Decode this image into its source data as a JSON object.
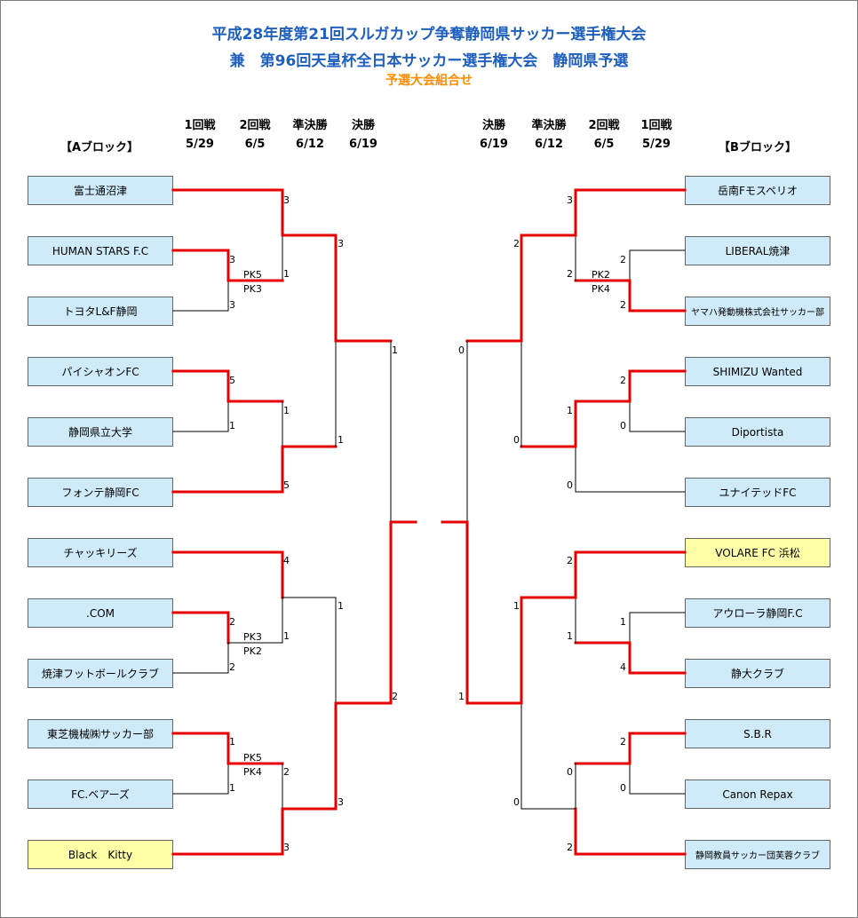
{
  "header": {
    "title1": "平成28年度第21回スルガカップ争奪静岡県サッカー選手権大会",
    "title2": "兼　第96回天皇杯全日本サッカー選手権大会　静岡県予選",
    "subtitle": "予選大会組合せ"
  },
  "rounds_left": [
    {
      "name": "1回戦",
      "date": "5/29"
    },
    {
      "name": "2回戦",
      "date": "6/5"
    },
    {
      "name": "準決勝",
      "date": "6/12"
    },
    {
      "name": "決勝",
      "date": "6/19"
    }
  ],
  "rounds_right": [
    {
      "name": "決勝",
      "date": "6/19"
    },
    {
      "name": "準決勝",
      "date": "6/12"
    },
    {
      "name": "2回戦",
      "date": "6/5"
    },
    {
      "name": "1回戦",
      "date": "5/29"
    }
  ],
  "block_a": "【Aブロック】",
  "block_b": "【Bブロック】",
  "teams_a": [
    "富士通沼津",
    "HUMAN STARS F.C",
    "トヨタL&F静岡",
    "パイシャオンFC",
    "静岡県立大学",
    "フォンテ静岡FC",
    "チャッキリーズ",
    ".COM",
    "焼津フットボールクラブ",
    "東芝機械㈱サッカー部",
    "FC.ベアーズ",
    "Black　Kitty"
  ],
  "teams_b": [
    "岳南Fモスペリオ",
    "LIBERAL焼津",
    "ヤマハ発動機株式会社サッカー部",
    "SHIMIZU Wanted",
    "Diportista",
    "ユナイテッドFC",
    "VOLARE FC 浜松",
    "アウローラ静岡F.C",
    "静大クラブ",
    "S.B.R",
    "Canon Repax",
    "静岡教員サッカー団芙蓉クラブ"
  ],
  "highlighted_teams": [
    "Black　Kitty",
    "VOLARE FC 浜松"
  ],
  "scores": {
    "a_r1_m1": [
      "3",
      "3"
    ],
    "a_r1_m1_pk": [
      "PK5",
      "PK3"
    ],
    "a_r1_m2": [
      "5",
      "1"
    ],
    "a_r1_m3": [
      "2",
      "2"
    ],
    "a_r1_m3_pk": [
      "PK3",
      "PK2"
    ],
    "a_r1_m4": [
      "1",
      "1"
    ],
    "a_r1_m4_pk": [
      "PK5",
      "PK4"
    ],
    "a_r2_m1": [
      "3",
      "1"
    ],
    "a_r2_m2": [
      "1",
      "5"
    ],
    "a_r2_m3": [
      "4",
      "1"
    ],
    "a_r2_m4": [
      "2",
      "3"
    ],
    "a_sf_m1": [
      "3",
      "1"
    ],
    "a_sf_m2": [
      "1",
      "3"
    ],
    "a_final": [
      "1",
      "2"
    ],
    "b_r1_m1": [
      "2",
      "2"
    ],
    "b_r1_m1_pk": [
      "PK2",
      "PK4"
    ],
    "b_r1_m2": [
      "2",
      "0"
    ],
    "b_r1_m3": [
      "1",
      "4"
    ],
    "b_r1_m4": [
      "2",
      "0"
    ],
    "b_r2_m1": [
      "3",
      "2"
    ],
    "b_r2_m2": [
      "1",
      "0"
    ],
    "b_r2_m3": [
      "2",
      "1"
    ],
    "b_r2_m4": [
      "0",
      "2"
    ],
    "b_sf_m1": [
      "2",
      "0"
    ],
    "b_sf_m2": [
      "1",
      "0"
    ],
    "b_final": [
      "0",
      "1"
    ]
  },
  "colors": {
    "title": "#1f5fbf",
    "subtitle": "#ff8c00",
    "winner_line": "#e60000",
    "team_bg": "#cfeaf8",
    "team_highlight": "#ffffa8"
  }
}
